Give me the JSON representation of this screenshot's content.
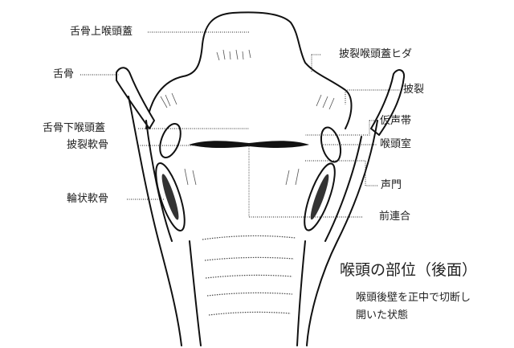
{
  "diagram": {
    "title": "喉頭の部位（後面）",
    "subtitle_lines": [
      "喉頭後壁を正中で切断し",
      "開いた状態"
    ],
    "labels": {
      "suprahyoid_epiglottis": "舌骨上喉頭蓋",
      "hyoid": "舌骨",
      "infrahyoid_epiglottis": "舌骨下喉頭蓋",
      "arytenoid_cartilage_left": "披裂軟骨",
      "cricoid_cartilage": "輪状軟骨",
      "aryepiglottic_fold": "披裂喉頭蓋ヒダ",
      "arytenoid": "披裂",
      "false_vocal_cord": "仮声帯",
      "laryngeal_ventricle": "喉頭室",
      "glottis": "声門",
      "anterior_commissure": "前連合"
    }
  }
}
